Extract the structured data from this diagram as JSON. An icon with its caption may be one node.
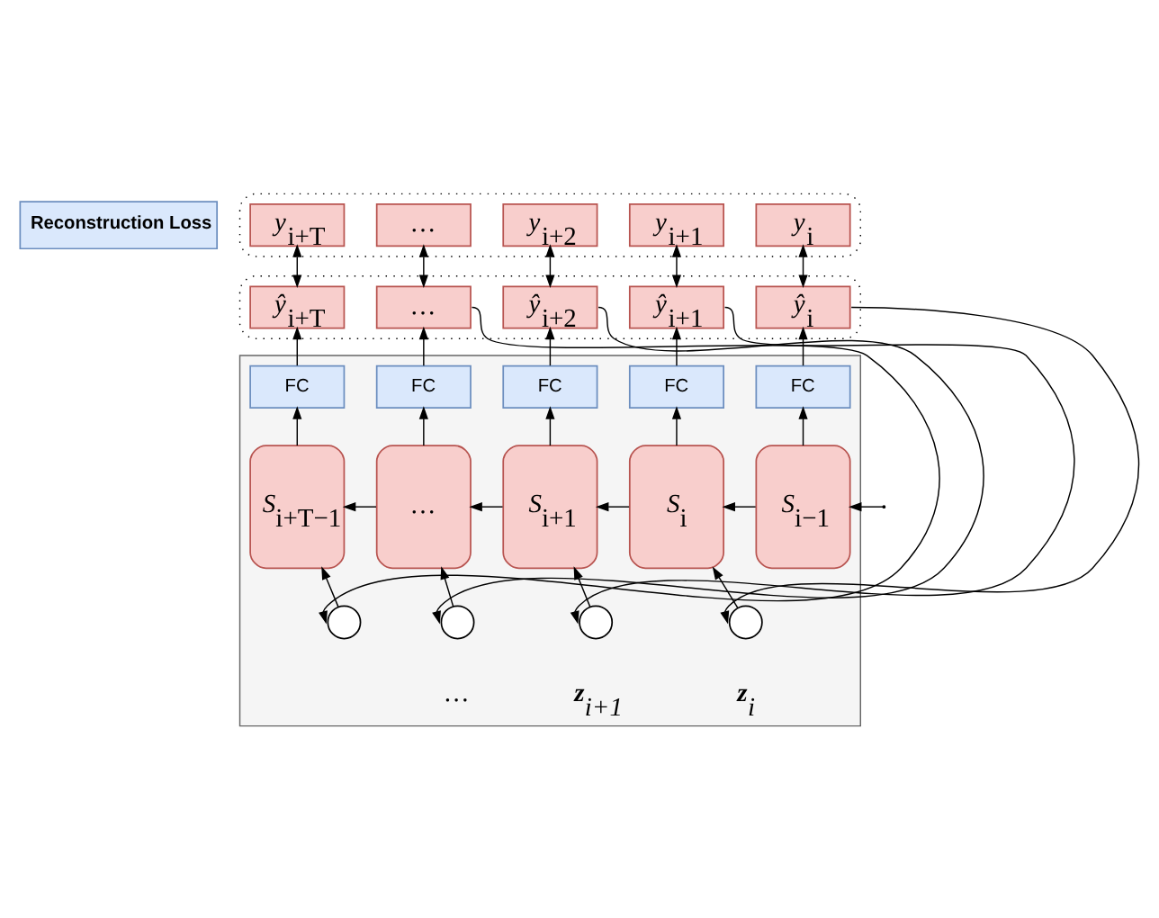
{
  "diagram": {
    "nodes": [
      {
        "text": [
          "Reconstruction Loss"
        ]
      },
      {
        "text": [],
        "shape": "box"
      },
      {
        "text": [
          "*y*$_{i}$"
        ],
        "in": 1
      },
      {
        "text": [
          "*y*$_{i+1}$"
        ],
        "in": 1
      },
      {
        "text": [
          "*y*$_{i+2}$"
        ],
        "in": 1
      },
      {
        "text": [
          "…"
        ],
        "in": 1
      },
      {
        "text": [
          "*y*$_{i+T}$"
        ],
        "in": 1
      },
      {
        "text": [],
        "shape": "box"
      },
      {
        "text": [
          "*ŷ*$_{i}$"
        ],
        "in": 7
      },
      {
        "text": [
          "*ŷ*$_{i+1}$"
        ],
        "in": 7
      },
      {
        "text": [
          "*ŷ*$_{i+2}$"
        ],
        "in": 7
      },
      {
        "text": [
          "…"
        ],
        "in": 7
      },
      {
        "text": [
          "*ŷ*$_{i+T}$"
        ],
        "in": 7
      },
      {
        "text": [],
        "shape": "box"
      },
      {
        "text": [
          "FC"
        ],
        "in": 13
      },
      {
        "text": [
          "FC"
        ],
        "in": 13
      },
      {
        "text": [
          "FC"
        ],
        "in": 13
      },
      {
        "text": [
          "FC"
        ],
        "in": 13
      },
      {
        "text": [
          "FC"
        ],
        "in": 13
      },
      {
        "text": [
          "*S*$_{i−1}$"
        ],
        "in": 13
      },
      {
        "text": [
          "*S*$_{i}$"
        ],
        "in": 13
      },
      {
        "text": [
          "*S*$_{i+1}$"
        ],
        "in": 13
      },
      {
        "text": [
          "…"
        ],
        "in": 13
      },
      {
        "text": [
          "*S*$_{i+T−1}$"
        ],
        "in": 13
      },
      {
        "text": [],
        "shape": "circle",
        "in": 13,
        "beside": [
          "**z**$_{i}$"
        ]
      },
      {
        "text": [],
        "shape": "circle",
        "in": 13,
        "beside": [
          "**z**$_{i+1}$"
        ]
      },
      {
        "text": [],
        "shape": "circle",
        "in": 13,
        "beside": [
          "…"
        ]
      },
      {
        "text": [],
        "shape": "circle",
        "in": 13
      }
    ],
    "edges": [
      {
        "from": 24,
        "to": 20,
        "arrow": "to"
      },
      {
        "from": 25,
        "to": 21,
        "arrow": "to"
      },
      {
        "from": 26,
        "to": 22,
        "arrow": "to"
      },
      {
        "from": 27,
        "to": 23,
        "arrow": "to"
      },
      {
        "from": 19,
        "to": 14,
        "arrow": "to"
      },
      {
        "from": 20,
        "to": 15,
        "arrow": "to"
      },
      {
        "from": 21,
        "to": 16,
        "arrow": "to"
      },
      {
        "from": 22,
        "to": 17,
        "arrow": "to"
      },
      {
        "from": 23,
        "to": 18,
        "arrow": "to"
      },
      {
        "from": 14,
        "to": 8,
        "arrow": "to"
      },
      {
        "from": 15,
        "to": 9,
        "arrow": "to"
      },
      {
        "from": 16,
        "to": 10,
        "arrow": "to"
      },
      {
        "from": 17,
        "to": 11,
        "arrow": "to"
      },
      {
        "from": 18,
        "to": 12,
        "arrow": "to"
      },
      {
        "from": 8,
        "to": 2,
        "arrow": "both"
      },
      {
        "from": 9,
        "to": 3,
        "arrow": "both"
      },
      {
        "from": 10,
        "to": 4,
        "arrow": "both"
      },
      {
        "from": 11,
        "to": 5,
        "arrow": "both"
      },
      {
        "from": 12,
        "to": 6,
        "arrow": "both"
      },
      {
        "from": null,
        "to": 19,
        "arrow": "to"
      },
      {
        "from": 19,
        "to": 20,
        "arrow": "to"
      },
      {
        "from": 20,
        "to": 21,
        "arrow": "to"
      },
      {
        "from": 21,
        "to": 22,
        "arrow": "to"
      },
      {
        "from": 22,
        "to": 23,
        "arrow": "to"
      },
      {
        "from": 8,
        "to": 24,
        "arrow": "to"
      },
      {
        "from": 9,
        "to": 25,
        "arrow": "to"
      },
      {
        "from": 10,
        "to": 26,
        "arrow": "to"
      },
      {
        "from": 11,
        "to": 27,
        "arrow": "to"
      }
    ]
  }
}
